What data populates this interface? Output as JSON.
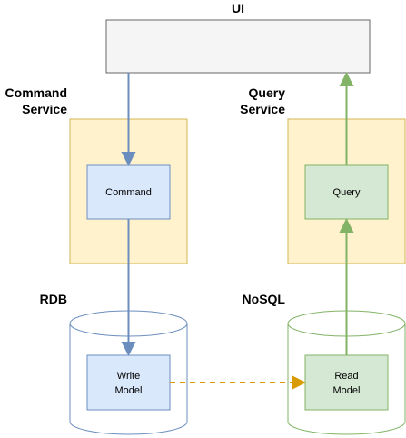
{
  "labels": {
    "ui": "UI",
    "command_service_line1": "Command",
    "command_service_line2": "Service",
    "query_service_line1": "Query",
    "query_service_line2": "Service",
    "rdb": "RDB",
    "nosql": "NoSQL"
  },
  "nodes": {
    "command": "Command",
    "query": "Query",
    "write_model_line1": "Write",
    "write_model_line2": "Model",
    "read_model_line1": "Read",
    "read_model_line2": "Model"
  },
  "colors": {
    "ui_fill": "#f5f5f5",
    "ui_stroke": "#666666",
    "service_fill": "#fff2cc",
    "service_stroke": "#d6b656",
    "blue_fill": "#dae8fc",
    "blue_stroke": "#6c8ebf",
    "green_fill": "#d5e8d4",
    "green_stroke": "#82b366",
    "dashed_arrow": "#d79b00",
    "db_left_stroke": "#6c8ebf",
    "db_right_stroke": "#82b366"
  }
}
